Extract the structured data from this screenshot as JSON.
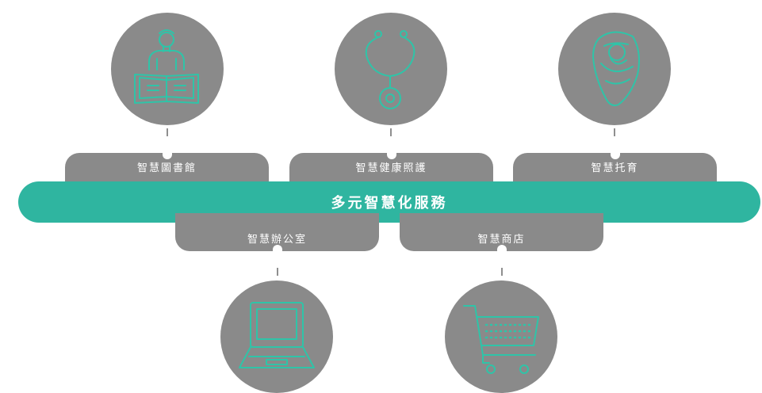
{
  "colors": {
    "accent": "#2fb5a0",
    "circle": "#8a8a8a",
    "tab": "#8a8a8a",
    "icon_stroke": "#2fc4a8",
    "line": "#8f8f8f"
  },
  "center_label": "多元智慧化服務",
  "services_top": [
    {
      "label": "智慧圖書館",
      "icon": "reader-book-icon"
    },
    {
      "label": "智慧健康照護",
      "icon": "stethoscope-icon"
    },
    {
      "label": "智慧托育",
      "icon": "swaddled-baby-icon"
    }
  ],
  "services_bottom": [
    {
      "label": "智慧辦公室",
      "icon": "laptop-icon"
    },
    {
      "label": "智慧商店",
      "icon": "shopping-cart-icon"
    }
  ]
}
